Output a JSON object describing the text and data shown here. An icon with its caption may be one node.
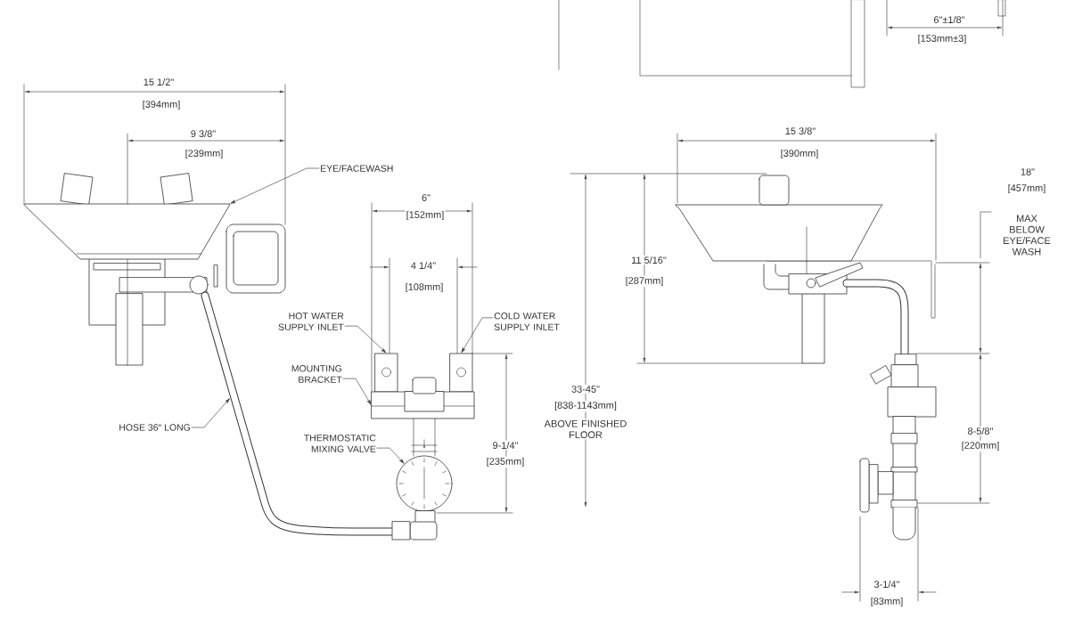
{
  "diagram": {
    "nodes": [
      {
        "text": [
          "EYE/FACEWASH"
        ]
      },
      {
        "text": [
          "HOT WATER SUPPLY INLET"
        ]
      },
      {
        "text": [
          "COLD WATER SUPPLY INLET"
        ]
      },
      {
        "text": [
          "MOUNTING BRACKET"
        ]
      },
      {
        "text": [
          "THERMOSTATIC MIXING VALVE"
        ]
      },
      {
        "text": [
          "HOSE 36\" LONG"
        ]
      },
      {
        "text": [],
        "shape": "picture"
      },
      {
        "text": [],
        "shape": "box"
      },
      {
        "text": [],
        "shape": "box"
      },
      {
        "text": [],
        "shape": "box"
      },
      {
        "text": [],
        "shape": "circle"
      }
    ],
    "edges": [
      {
        "from": 0,
        "to": 6,
        "arrow": "to"
      },
      {
        "from": 1,
        "to": 7,
        "arrow": "to"
      },
      {
        "from": 2,
        "to": 8,
        "arrow": "to"
      },
      {
        "from": 3,
        "to": 9,
        "arrow": "to"
      },
      {
        "from": 4,
        "to": 10,
        "arrow": "to"
      },
      {
        "from": 5,
        "to": null,
        "arrow": "to"
      }
    ],
    "labels": [
      "15 1/2\"",
      "[394mm]",
      "9 3/8\"",
      "[239mm]",
      "6\"±1/8\"",
      "[153mm±3]",
      "6\"",
      "[152mm]",
      "4 1/4\"",
      "[108mm]",
      "15 3/8\"",
      "[390mm]",
      "18\"",
      "[457mm]",
      "MAX BELOW EYE/FACE WASH",
      "11 5/16\"",
      "[287mm]",
      "33-45\"",
      "[838-1143mm]",
      "ABOVE FINISHED FLOOR",
      "9-1/4\"",
      "[235mm]",
      "8-5/8\"",
      "[220mm]",
      "3-1/4\"",
      "[83mm]"
    ]
  }
}
